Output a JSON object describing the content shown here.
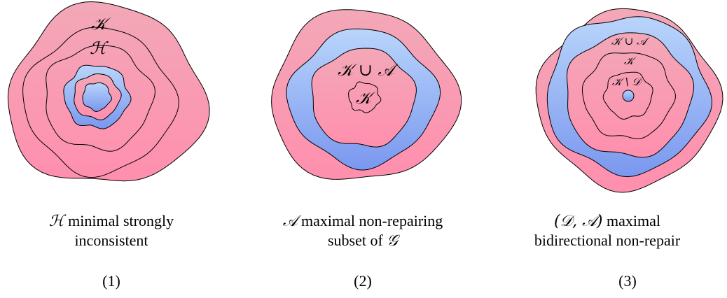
{
  "colors": {
    "pink_top": "#f3a8b8",
    "pink_bottom": "#ff8fae",
    "blue_top": "#b9d5fb",
    "blue_bottom": "#7a97ef",
    "stroke": "#000000"
  },
  "panels": [
    {
      "id": "1",
      "labels": {
        "outer": "𝒦",
        "inner": "ℋ"
      },
      "caption": {
        "math": "ℋ",
        "line1": " minimal strongly",
        "line2": "inconsistent"
      },
      "number": "(1)"
    },
    {
      "id": "2",
      "labels": {
        "union": "𝒦 ∪ 𝒜",
        "inner": "𝒦"
      },
      "caption": {
        "math": "𝒜",
        "line1": " maximal non-repairing",
        "line2_text": "subset of ",
        "line2_math": "𝒢"
      },
      "number": "(2)"
    },
    {
      "id": "3",
      "labels": {
        "union": "𝒦 ∪ 𝒜",
        "mid": "𝒦",
        "diff": "𝒦 \\ 𝒟"
      },
      "caption": {
        "math": "(𝒟, 𝒜)",
        "line1": " maximal",
        "line2": "bidirectional non-repair"
      },
      "number": "(3)"
    }
  ]
}
